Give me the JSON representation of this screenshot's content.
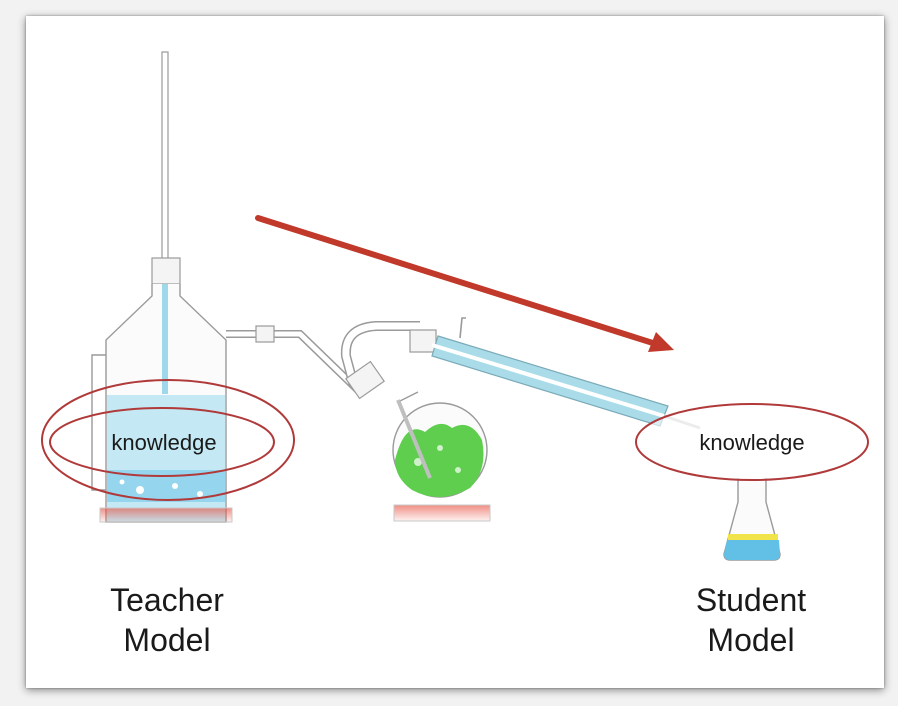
{
  "diagram": {
    "teacher_bubble_label": "knowledge",
    "student_bubble_label": "knowledge",
    "teacher_caption": {
      "line1": "Teacher",
      "line2": "Model"
    },
    "student_caption": {
      "line1": "Student",
      "line2": "Model"
    }
  },
  "colors": {
    "arrow": "#c0392b",
    "ellipse": "#b03a3a",
    "condenser": "#a9dce8",
    "flask_liquid": "#5fce4e",
    "beaker_liquid": "#62bfe6",
    "beaker_layer": "#f1e34a"
  },
  "icons": [
    "distillation-apparatus-illustration",
    "transfer-arrow-icon"
  ]
}
